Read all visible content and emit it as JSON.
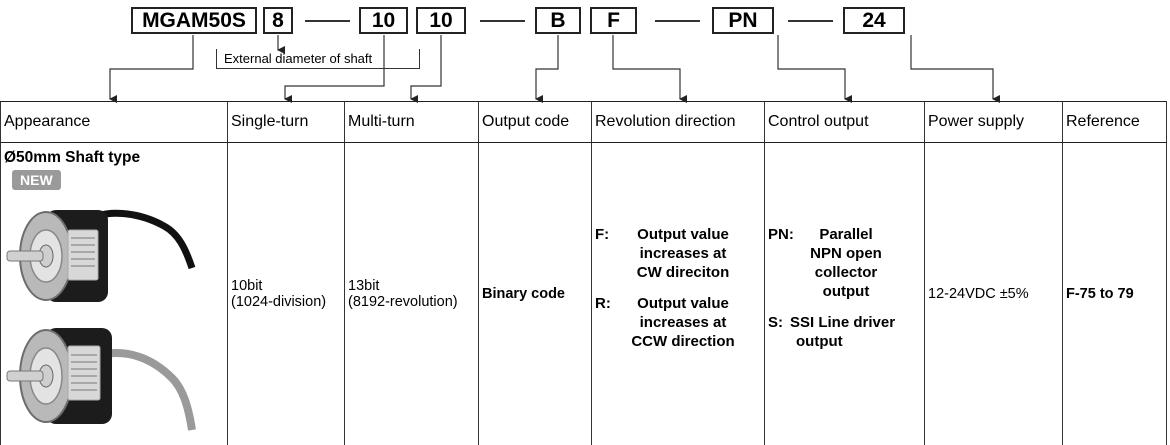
{
  "model_code": {
    "series": "MGAM50S",
    "shaft_diameter": "8",
    "single_turn": "10",
    "multi_turn": "10",
    "output_code": "B",
    "revolution_direction": "F",
    "control_output": "PN",
    "power_supply": "24",
    "shaft_note": "External diameter of shaft"
  },
  "table": {
    "headers": {
      "appearance": "Appearance",
      "single_turn": "Single-turn",
      "multi_turn": "Multi-turn",
      "output_code": "Output code",
      "revolution_direction": "Revolution direction",
      "control_output": "Control output",
      "power_supply": "Power supply",
      "reference": "Reference"
    },
    "row": {
      "appearance_title": "Ø50mm Shaft type",
      "badge": "NEW",
      "single_turn_value": "10bit",
      "single_turn_detail": "(1024-division)",
      "multi_turn_value": "13bit",
      "multi_turn_detail": "(8192-revolution)",
      "output_code": "Binary code",
      "direction_f_key": "F:",
      "direction_f_l1": "Output value",
      "direction_f_l2": "increases at",
      "direction_f_l3": "CW direciton",
      "direction_r_key": "R:",
      "direction_r_l1": "Output value",
      "direction_r_l2": "increases at",
      "direction_r_l3": "CCW direction",
      "control_pn_key": "PN:",
      "control_pn_l1": "Parallel",
      "control_pn_l2": "NPN open",
      "control_pn_l3": "collector",
      "control_pn_l4": "output",
      "control_s_key": "S:",
      "control_s_l1": "SSI Line driver",
      "control_s_l2": "output",
      "power_supply": "12-24VDC ±5%",
      "reference": "F-75 to 79"
    }
  },
  "colors": {
    "encoder_body": "#1c1c1c",
    "encoder_face": "#c9c9c9",
    "cable_black": "#111111",
    "cable_gray": "#9a9a9a",
    "badge": "#9a9a9a"
  }
}
